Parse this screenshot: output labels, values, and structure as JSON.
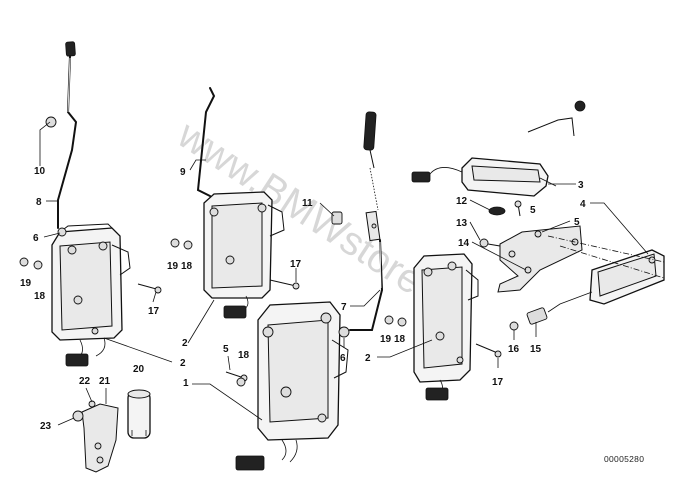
{
  "watermark": "www.BMWstore.ru",
  "reference_code": "00005280",
  "callouts": {
    "c1": "1",
    "c2a": "2",
    "c2b": "2",
    "c2c": "2",
    "c3": "3",
    "c4": "4",
    "c5a": "5",
    "c5b": "5",
    "c5c": "5",
    "c6a": "6",
    "c6b": "6",
    "c7": "7",
    "c8": "8",
    "c9": "9",
    "c10": "10",
    "c11": "11",
    "c12": "12",
    "c13": "13",
    "c14": "14",
    "c15": "15",
    "c16": "16",
    "c17a": "17",
    "c17b": "17",
    "c17c": "17",
    "c18a": "18",
    "c18b": "18",
    "c18c": "18",
    "c18d": "18",
    "c19a": "19",
    "c19b": "19",
    "c19c": "19",
    "c20": "20",
    "c21": "21",
    "c22": "22",
    "c23": "23"
  }
}
